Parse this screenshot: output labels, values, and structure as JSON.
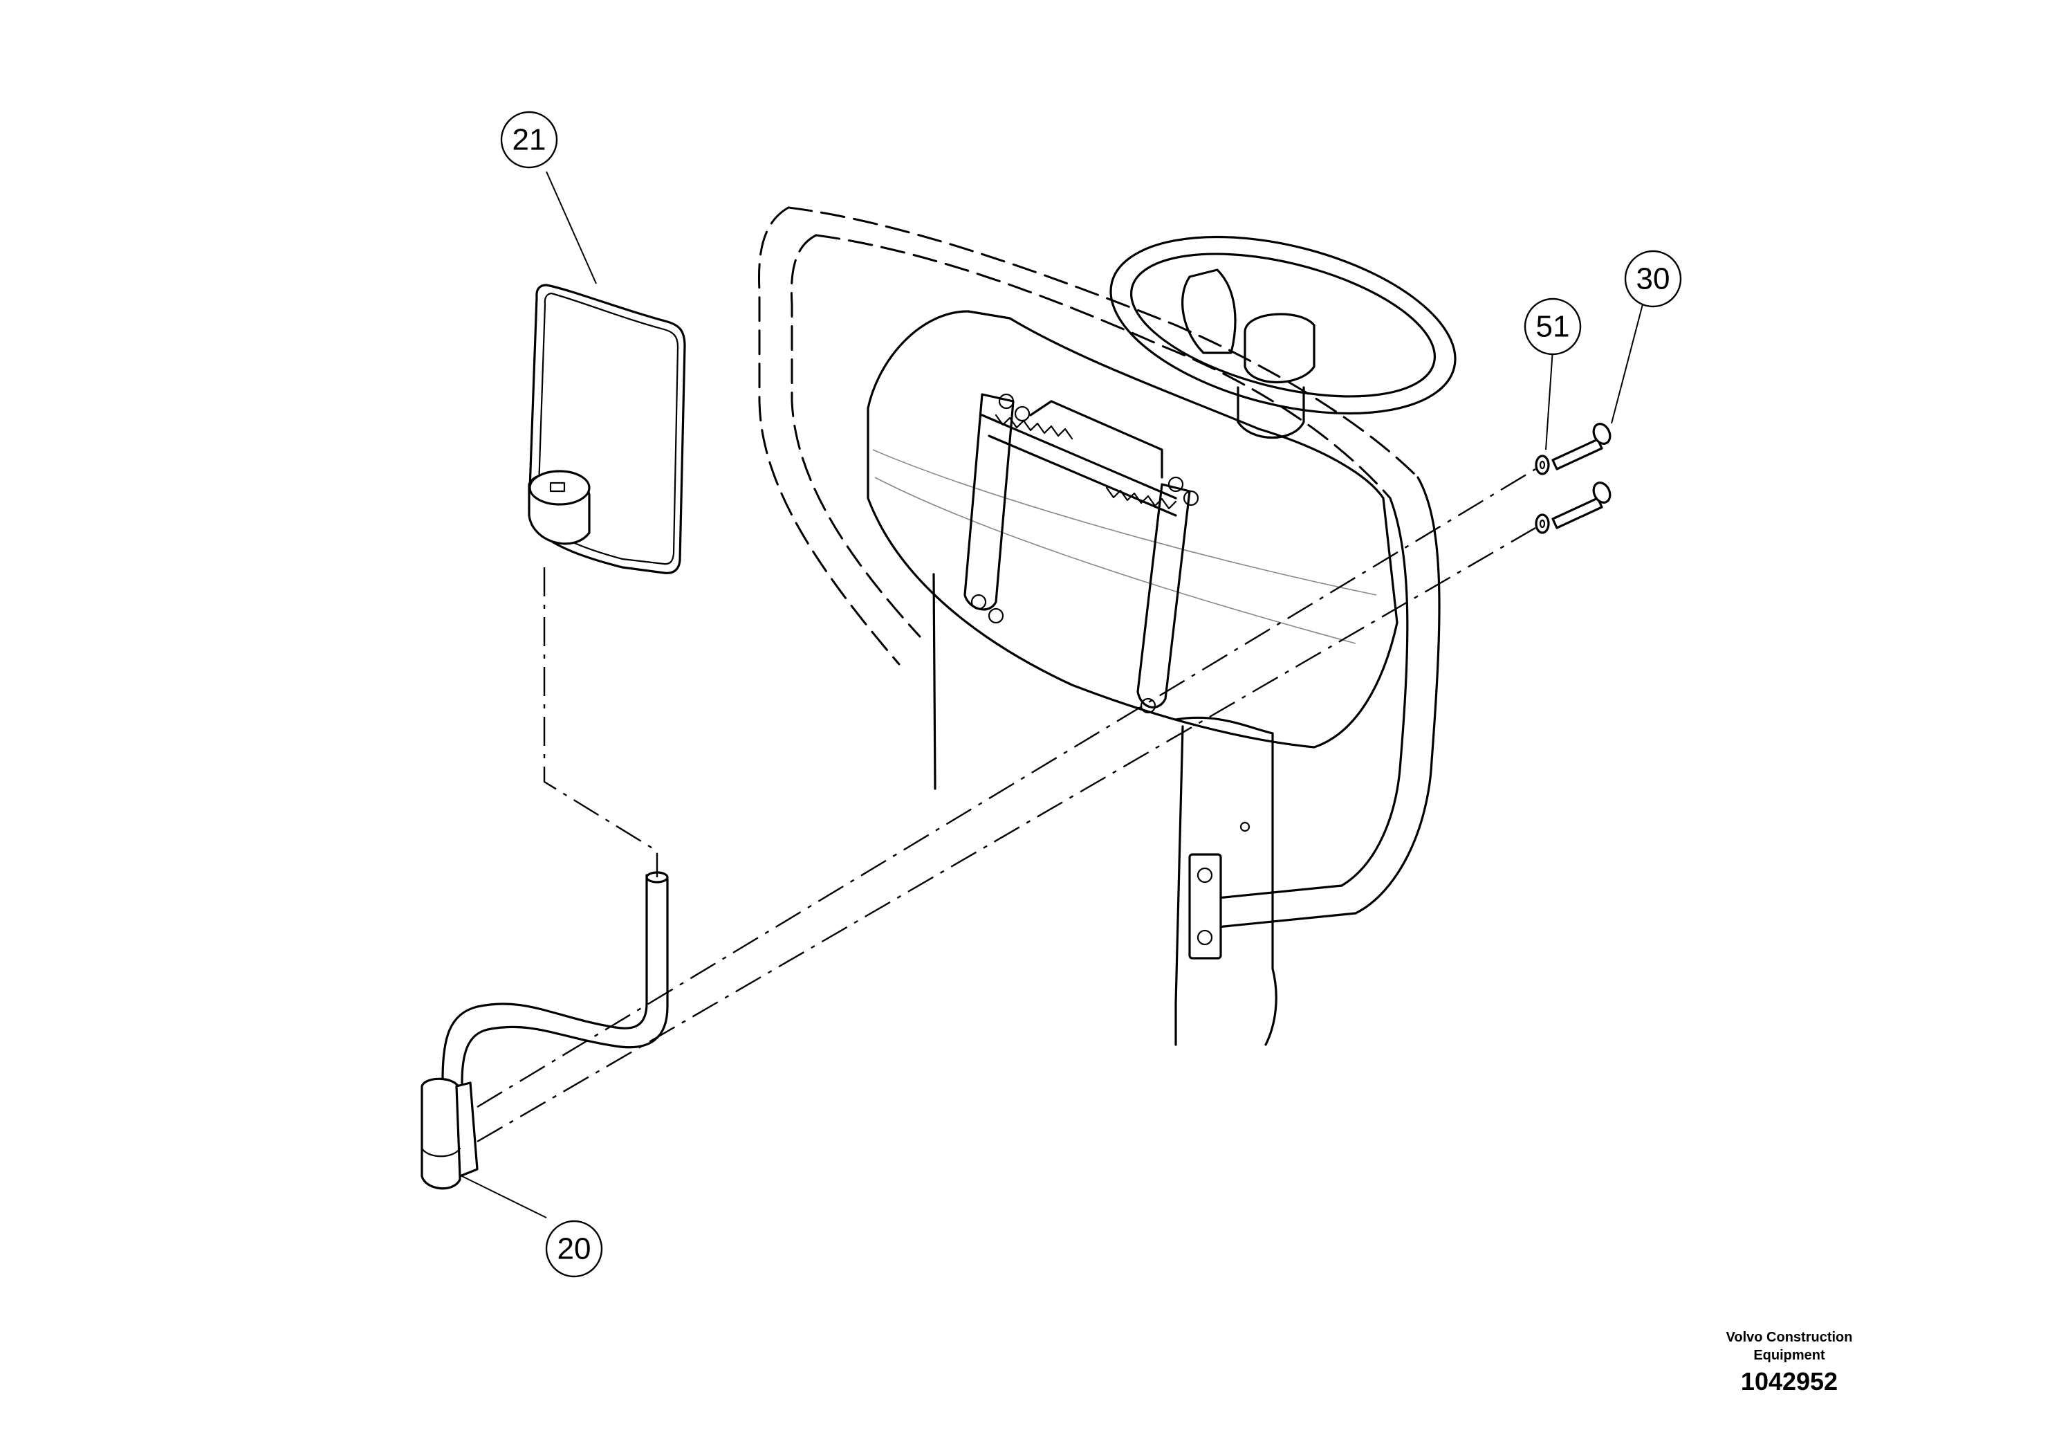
{
  "callouts": [
    {
      "id": "item-21",
      "label": "21"
    },
    {
      "id": "item-30",
      "label": "30"
    },
    {
      "id": "item-51",
      "label": "51"
    },
    {
      "id": "item-20",
      "label": "20"
    }
  ],
  "footer": {
    "brand_line1": "Volvo Construction",
    "brand_line2": "Equipment",
    "document_number": "1042952"
  }
}
